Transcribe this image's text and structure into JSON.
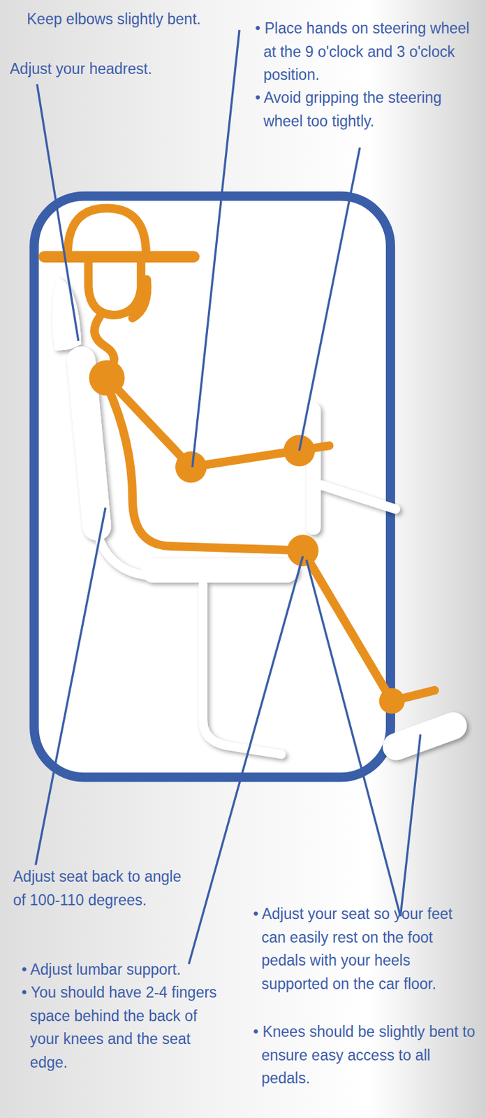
{
  "diagram": {
    "labels": [
      "Keep elbows slightly bent.",
      "Adjust your headrest.",
      "• Place hands on steering wheel at the 9 o'clock and 3 o'clock position.",
      "• Avoid gripping the steering wheel too tightly.",
      "Adjust seat back to angle of 100-110 degrees.",
      "• Adjust lumbar support.",
      "• You should have 2-4 fingers space behind the back of your knees and the seat edge.",
      "• Adjust your seat so your feet can easily rest on the foot pedals with your heels supported on the car floor.",
      "• Knees should be slightly bent to ensure easy access to all pedals."
    ]
  }
}
